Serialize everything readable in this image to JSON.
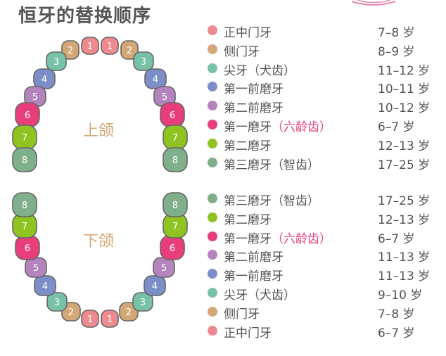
{
  "title": "恒牙的替换顺序",
  "colors": {
    "1": "#ec8a8f",
    "2": "#d3a877",
    "3": "#77c1a6",
    "4": "#7b8ec7",
    "5": "#b384bd",
    "6": "#e83e7c",
    "7": "#8fc320",
    "8": "#7fb08b"
  },
  "upper": {
    "label": "上颌",
    "rows": [
      {
        "tooth": "1",
        "name": "正中门牙",
        "note": "",
        "age": "7–8 岁"
      },
      {
        "tooth": "2",
        "name": "侧门牙",
        "note": "",
        "age": "8–9 岁"
      },
      {
        "tooth": "3",
        "name": "尖牙（犬齿）",
        "note": "",
        "age": "11–12 岁"
      },
      {
        "tooth": "4",
        "name": "第一前磨牙",
        "note": "",
        "age": "10–11 岁"
      },
      {
        "tooth": "5",
        "name": "第二前磨牙",
        "note": "",
        "age": "10–12 岁"
      },
      {
        "tooth": "6",
        "name": "第一磨牙",
        "note": "（六龄齿）",
        "age": "6–7 岁"
      },
      {
        "tooth": "7",
        "name": "第二磨牙",
        "note": "",
        "age": "12–13 岁"
      },
      {
        "tooth": "8",
        "name": "第三磨牙（智齿）",
        "note": "",
        "age": "17–25 岁"
      }
    ]
  },
  "lower": {
    "label": "下颌",
    "rows": [
      {
        "tooth": "8",
        "name": "第三磨牙（智齿）",
        "note": "",
        "age": "17–25 岁"
      },
      {
        "tooth": "7",
        "name": "第二磨牙",
        "note": "",
        "age": "12–13 岁"
      },
      {
        "tooth": "6",
        "name": "第一磨牙",
        "note": "（六龄齿）",
        "age": "6–7 岁"
      },
      {
        "tooth": "5",
        "name": "第二前磨牙",
        "note": "",
        "age": "11–13 岁"
      },
      {
        "tooth": "4",
        "name": "第一前磨牙",
        "note": "",
        "age": "11–13 岁"
      },
      {
        "tooth": "3",
        "name": "尖牙（犬齿）",
        "note": "",
        "age": "9–10 岁"
      },
      {
        "tooth": "2",
        "name": "侧门牙",
        "note": "",
        "age": "7–8 岁"
      },
      {
        "tooth": "1",
        "name": "正中门牙",
        "note": "",
        "age": "6–7 岁"
      }
    ]
  }
}
